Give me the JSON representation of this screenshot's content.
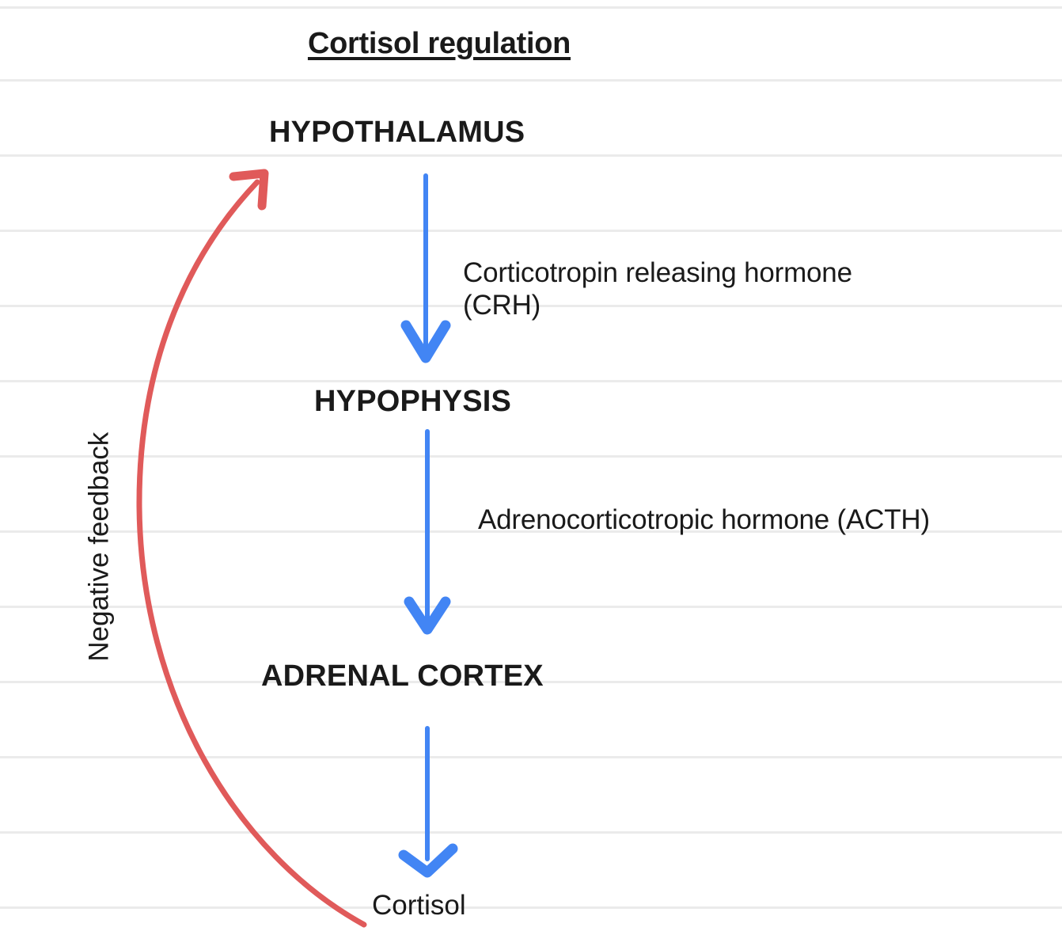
{
  "page": {
    "title": "Cortisol regulation",
    "background_color": "#ffffff",
    "rule_line_color": "#ebebeb",
    "text_color": "#1a1a1a",
    "arrow_color_stimulatory": "#4285f4",
    "arrow_color_feedback": "#e05a5a"
  },
  "diagram": {
    "nodes": [
      {
        "id": "hypothalamus",
        "label": "HYPOTHALAMUS"
      },
      {
        "id": "hypophysis",
        "label": "HYPOPHYSIS"
      },
      {
        "id": "adrenal_cortex",
        "label": "ADRENAL CORTEX"
      },
      {
        "id": "cortisol",
        "label": "Cortisol"
      }
    ],
    "edges": [
      {
        "id": "crh",
        "from": "hypothalamus",
        "to": "hypophysis",
        "label": "Corticotropin releasing hormone (CRH)",
        "label_line_1": "Corticotropin releasing hormone",
        "label_line_2": "(CRH)",
        "color": "#4285f4",
        "kind": "stimulatory"
      },
      {
        "id": "acth",
        "from": "hypophysis",
        "to": "adrenal_cortex",
        "label": "Adrenocorticotropic hormone (ACTH)",
        "color": "#4285f4",
        "kind": "stimulatory"
      },
      {
        "id": "cortisol_release",
        "from": "adrenal_cortex",
        "to": "cortisol",
        "label": "",
        "color": "#4285f4",
        "kind": "stimulatory"
      },
      {
        "id": "negative_feedback",
        "from": "cortisol",
        "to": "hypothalamus",
        "label": "Negative feedback",
        "color": "#e05a5a",
        "kind": "inhibitory"
      }
    ]
  },
  "rule_lines_y": [
    8,
    100,
    195,
    290,
    385,
    480,
    575,
    670,
    765,
    860,
    955,
    1050,
    1145
  ]
}
